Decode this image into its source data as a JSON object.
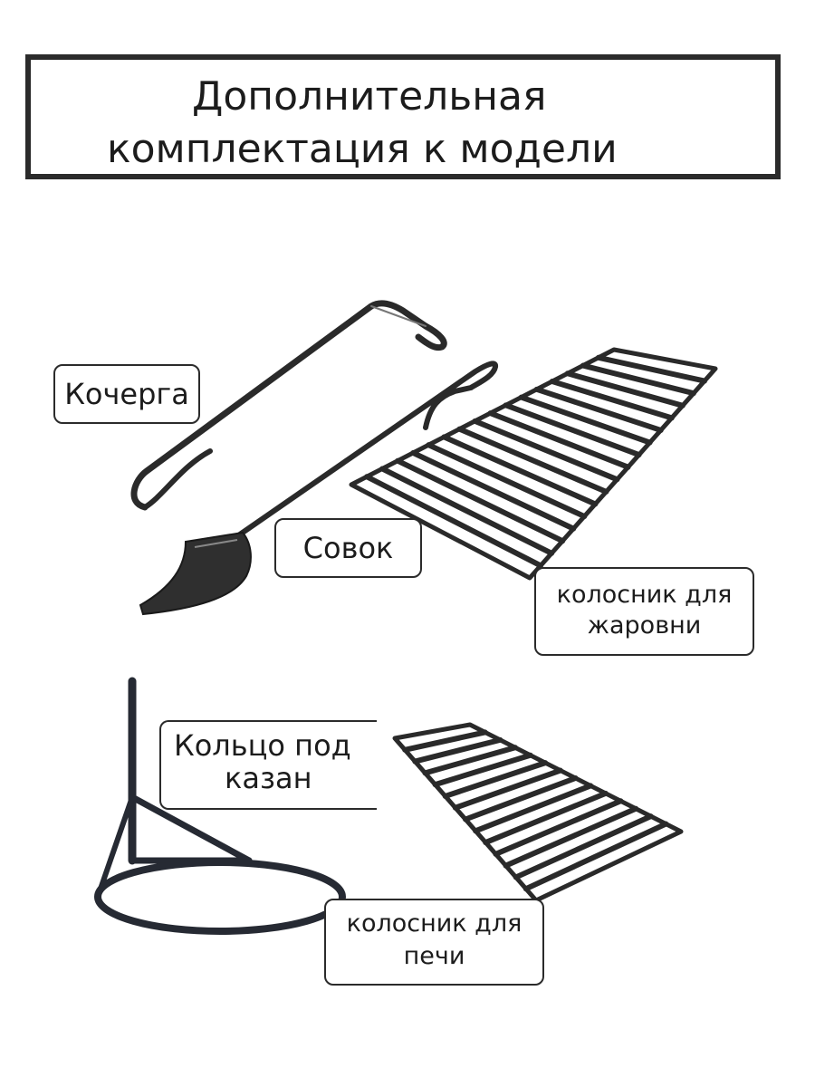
{
  "title": {
    "line1": "Дополнительная",
    "line2": "комплектация к  модели"
  },
  "labels": {
    "poker": "Кочерга",
    "scoop": "Совок",
    "grate_brazier_line1": "колосник для",
    "grate_brazier_line2": "жаровни",
    "ring_line1": "Кольцо под",
    "ring_line2": "казан",
    "grate_stove_line1": "колосник для",
    "grate_stove_line2": "печи"
  },
  "colors": {
    "metal": "#2a2a2a",
    "border": "#2b2b2b",
    "text": "#1c1c1c",
    "background": "#ffffff"
  },
  "grates": {
    "brazier_bar_count": 17,
    "stove_bar_count": 14
  }
}
